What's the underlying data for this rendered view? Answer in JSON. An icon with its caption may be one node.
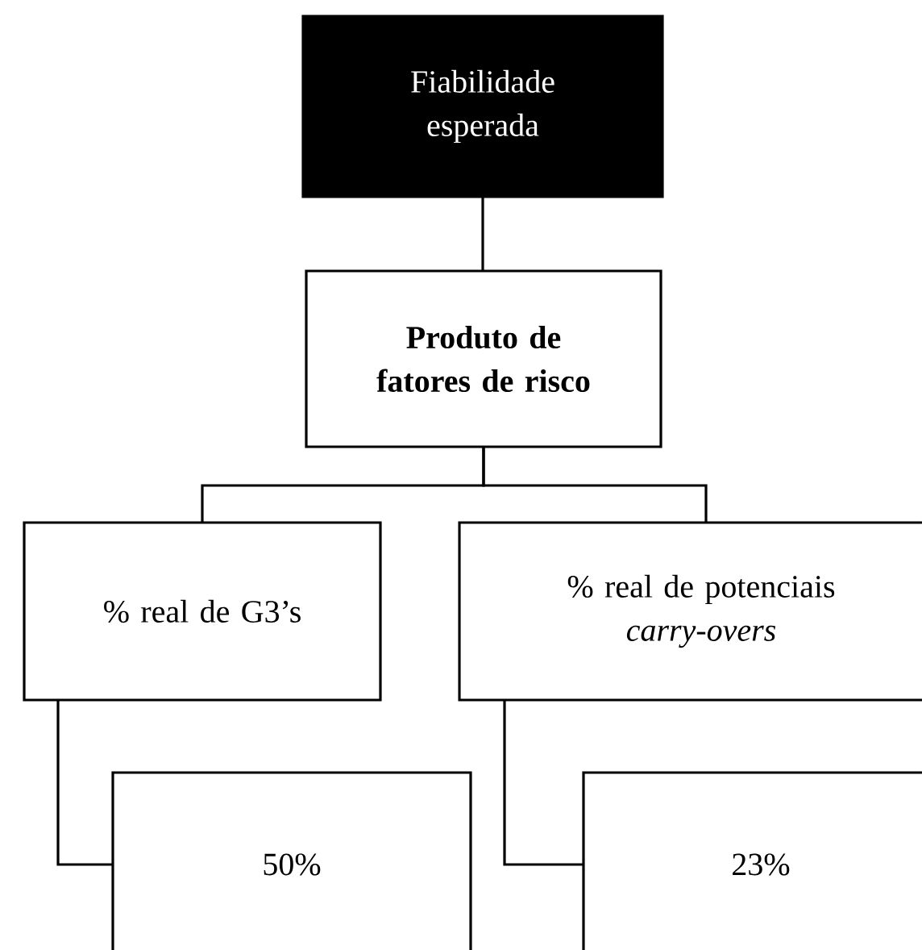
{
  "diagram": {
    "nodes": [
      {
        "text": [
          "Fiabilidade esperada"
        ]
      },
      {
        "text": [
          "Produto de fatores de risco"
        ]
      },
      {
        "text": [
          "% real de G3’s"
        ]
      },
      {
        "text": [
          "% real de potenciais *carry-overs*"
        ]
      },
      {
        "text": [
          "50%"
        ]
      },
      {
        "text": [
          "23%"
        ]
      }
    ],
    "edges": [
      {
        "from": 0,
        "to": 1,
        "arrow": "none"
      },
      {
        "from": 1,
        "to": 2,
        "arrow": "none"
      },
      {
        "from": 1,
        "to": 3,
        "arrow": "none"
      },
      {
        "from": 2,
        "to": 4,
        "arrow": "none"
      },
      {
        "from": 3,
        "to": 5,
        "arrow": "none"
      }
    ]
  }
}
